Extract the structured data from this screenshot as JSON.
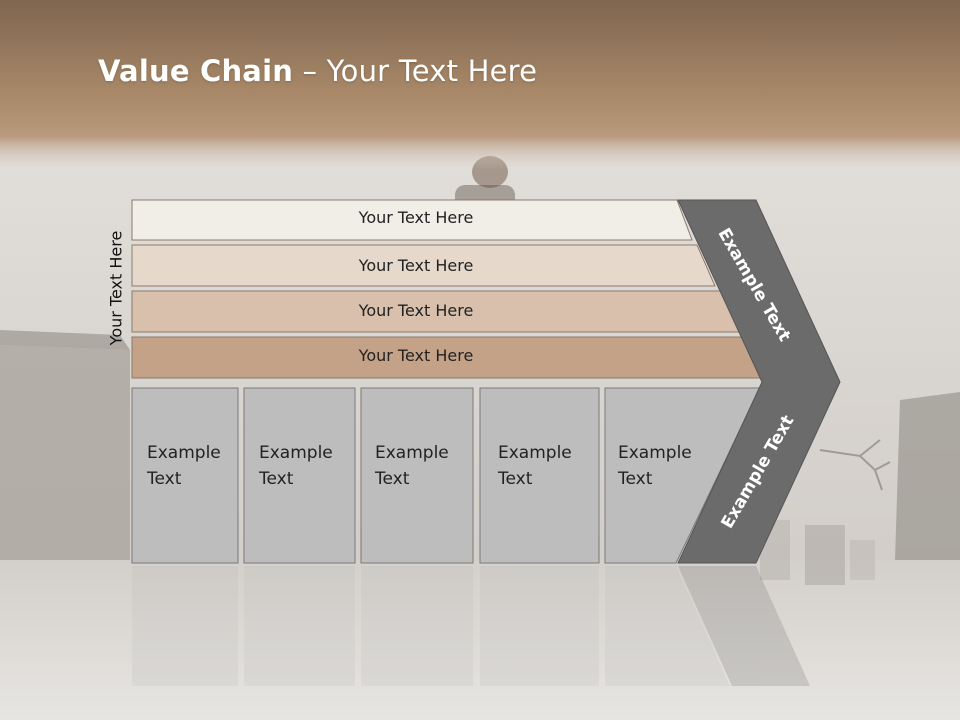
{
  "title": {
    "bold": "Value Chain",
    "rest": " – Your Text Here"
  },
  "side_label": "Your Text Here",
  "stripes": [
    {
      "label": "Your Text Here",
      "color": "#f1ede7"
    },
    {
      "label": "Your Text Here",
      "color": "#e6d9cc"
    },
    {
      "label": "Your Text Here",
      "color": "#d8c0ac"
    },
    {
      "label": "Your Text Here",
      "color": "#c3a288"
    }
  ],
  "boxes": [
    {
      "line1": "Example",
      "line2": "Text"
    },
    {
      "line1": "Example",
      "line2": "Text"
    },
    {
      "line1": "Example",
      "line2": "Text"
    },
    {
      "line1": "Example",
      "line2": "Text"
    },
    {
      "line1": "Example",
      "line2": "Text"
    }
  ],
  "arrow_upper_label": "Example Text",
  "arrow_lower_label": "Example Text",
  "colors": {
    "header_band": "#9b7a5d",
    "box_fill": "#bdbdbd",
    "arrow_fill": "#6b6b6b"
  }
}
